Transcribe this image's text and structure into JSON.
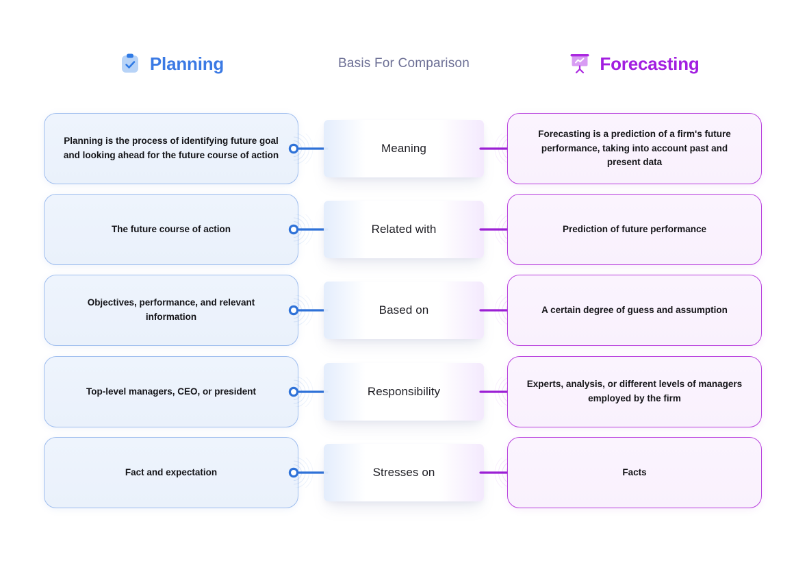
{
  "header": {
    "left": {
      "title": "Planning",
      "icon": "clipboard-check-icon",
      "color": "#3b7ae4"
    },
    "middle": {
      "title": "Basis For Comparison",
      "color": "#6b6e94"
    },
    "right": {
      "title": "Forecasting",
      "icon": "presentation-chart-icon",
      "color": "#a21ee0"
    }
  },
  "colors": {
    "planning_accent": "#3b7ae4",
    "forecasting_accent": "#a21ee0",
    "planning_card_fill": "#eef4fd",
    "planning_card_border": "#9ebdee",
    "forecasting_card_fill": "#fbf4fe",
    "forecasting_card_border": "#b83fdd",
    "background": "#ffffff"
  },
  "rows": [
    {
      "basis": "Meaning",
      "planning": "Planning is the process of identifying future goal and looking ahead for the future course of action",
      "forecasting": "Forecasting is a prediction of a firm's future performance, taking into account past and present data"
    },
    {
      "basis": "Related with",
      "planning": "The future course of action",
      "forecasting": "Prediction of future performance"
    },
    {
      "basis": "Based on",
      "planning": "Objectives, performance, and relevant information",
      "forecasting": "A certain degree of guess and assumption"
    },
    {
      "basis": "Responsibility",
      "planning": "Top-level managers, CEO, or president",
      "forecasting": "Experts, analysis, or different levels of managers employed by the firm"
    },
    {
      "basis": "Stresses on",
      "planning": "Fact and expectation",
      "forecasting": "Facts"
    }
  ]
}
